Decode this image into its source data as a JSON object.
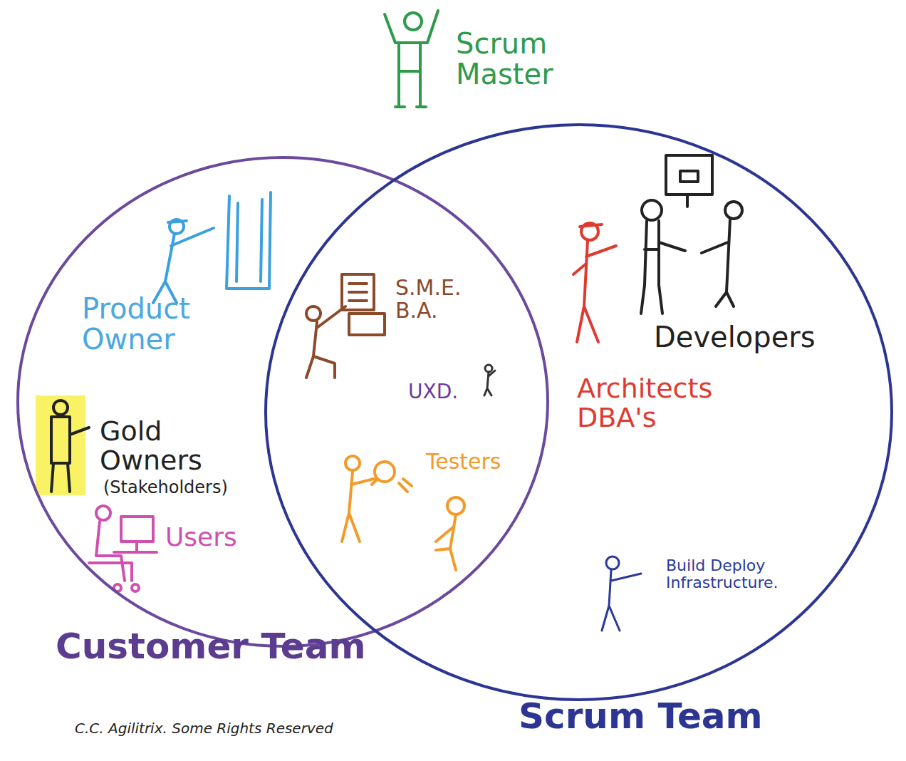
{
  "diagram": {
    "caption": "C.C. Agilitrix. Some Rights Reserved",
    "nodes": [
      {
        "text": [
          "Customer Team",
          "Product Owner",
          "Gold Owners",
          "(Stakeholders)",
          "Users"
        ]
      },
      {
        "text": [
          "Scrum Team",
          "Developers",
          "Architects DBA's",
          "Build Deploy Infrastructure."
        ]
      }
    ],
    "labels": [
      "Scrum Master",
      "S.M.E. B.A.",
      "UXD.",
      "Testers"
    ]
  }
}
